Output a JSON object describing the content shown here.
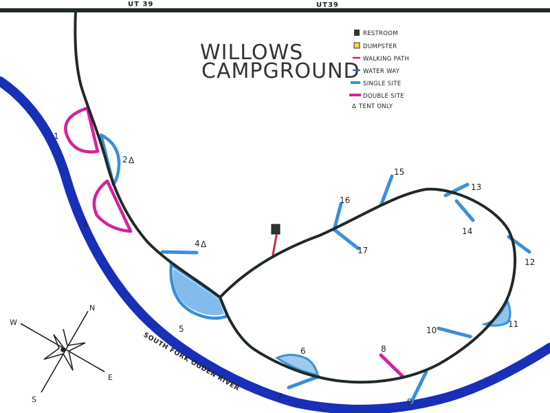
{
  "title": {
    "line1": "WILLOWS",
    "line2": "CAMPGROUND"
  },
  "roads": {
    "label_left": "UT 39",
    "label_right": "UT39"
  },
  "river": {
    "label": "SOUTH FORK OGDEN RIVER"
  },
  "legend": {
    "items": [
      {
        "label": "RESTROOM",
        "symbol": "restroom",
        "color": "#333333"
      },
      {
        "label": "DUMPSTER",
        "symbol": "dumpster",
        "color": "#e8d23a"
      },
      {
        "label": "WALKING PATH",
        "symbol": "walking-path",
        "color": "#d4244a"
      },
      {
        "label": "WATER WAY",
        "symbol": "water-way",
        "color": "#2f63c8"
      },
      {
        "label": "SINGLE SITE",
        "symbol": "single-site",
        "color": "#3a8fd8"
      },
      {
        "label": "DOUBLE SITE",
        "symbol": "double-site",
        "color": "#d6229c"
      },
      {
        "label": "TENT ONLY",
        "symbol": "tent-only",
        "color": "#333333"
      }
    ]
  },
  "sites": [
    {
      "number": "1",
      "type": "double"
    },
    {
      "number": "2",
      "type": "single",
      "tent_only": true
    },
    {
      "number": "3",
      "type": "double"
    },
    {
      "number": "4",
      "type": "single",
      "tent_only": true
    },
    {
      "number": "5",
      "type": "single"
    },
    {
      "number": "6",
      "type": "single"
    },
    {
      "number": "7",
      "type": "single"
    },
    {
      "number": "8",
      "type": "double"
    },
    {
      "number": "9",
      "type": "single"
    },
    {
      "number": "10",
      "type": "single"
    },
    {
      "number": "11",
      "type": "single"
    },
    {
      "number": "12",
      "type": "single"
    },
    {
      "number": "13",
      "type": "single"
    },
    {
      "number": "14",
      "type": "single"
    },
    {
      "number": "15",
      "type": "single"
    },
    {
      "number": "16",
      "type": "single"
    },
    {
      "number": "17",
      "type": "single"
    }
  ],
  "tent_symbol": "Δ",
  "compass": {
    "north": "N",
    "south": "S",
    "east": "E",
    "west": "W"
  },
  "colors": {
    "road": "#1f2a28",
    "river": "#1a2fb8",
    "single_site": "#3a8fd8",
    "double_site": "#d6229c",
    "walking_path": "#d4244a",
    "restroom": "#333333"
  }
}
